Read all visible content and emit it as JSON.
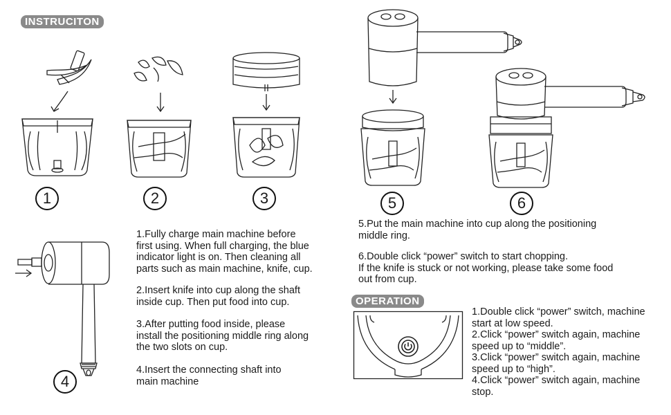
{
  "headings": {
    "instruction": "INSTRUCITON",
    "operation": "OPERATION"
  },
  "step_numbers": [
    "1",
    "2",
    "3",
    "4",
    "5",
    "6"
  ],
  "steps": [
    "1.Fully charge main machine before\nfirst using. When full charging, the blue\n indicator light is on. Then cleaning all\nparts such as main machine, knife, cup.",
    "2.Insert knife into cup along the shaft\ninside cup. Then put food into cup.",
    "3.After putting food inside, please\ninstall the positioning middle ring along\nthe two slots on cup.",
    "4.Insert the connecting shaft into\nmain machine",
    "5.Put the main machine into cup along the positioning\nmiddle ring.",
    "6.Double click “power” switch to start chopping.\nIf the knife is stuck or not working, please take some food\nout from cup."
  ],
  "operation_steps": [
    "1.Double click “power” switch, machine\nstart at low speed.",
    "2.Click “power” switch again, machine\nspeed up to “middle”.",
    "3.Click “power” switch again, machine\nspeed up to “high”.",
    "4.Click “power” switch again, machine\nstop."
  ],
  "icons": {
    "illustration_1": "knife-into-cup-illustration",
    "illustration_2": "food-into-cup-illustration",
    "illustration_3": "middle-ring-illustration",
    "illustration_4": "connecting-shaft-illustration",
    "illustration_5": "machine-onto-cup-illustration",
    "illustration_6": "assembled-chopper-illustration",
    "power_button": "power-icon"
  },
  "colors": {
    "badge": "#8a8a8a",
    "line": "#222222"
  }
}
